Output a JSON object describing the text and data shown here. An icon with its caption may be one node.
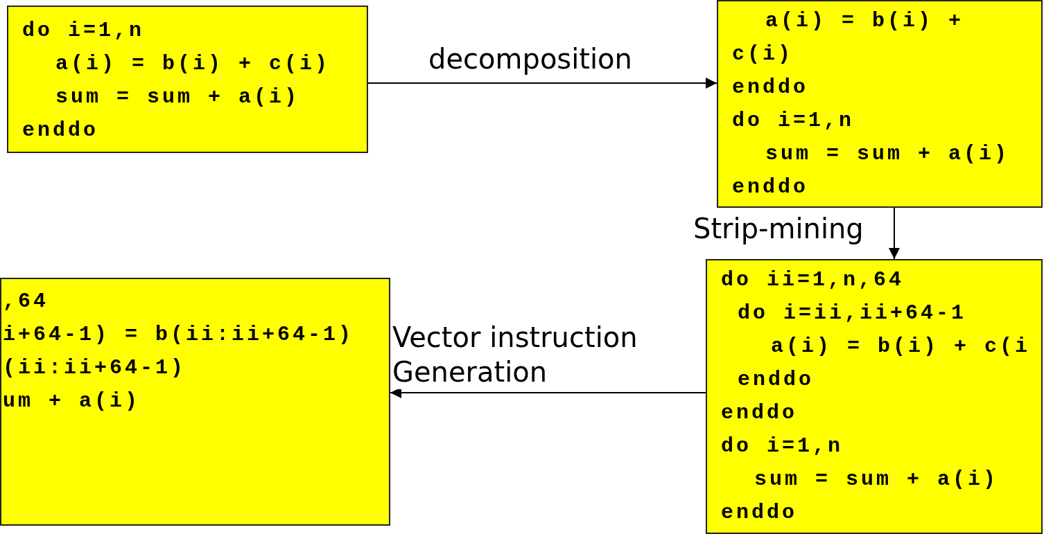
{
  "diagram": {
    "nodes": [
      {
        "text": [
          "do i=1,n",
          "a(i) = b(i) + c(i)",
          "sum = sum + a(i)",
          "enddo"
        ]
      },
      {
        "text": [
          "a(i) = b(i) +",
          "c(i)",
          "enddo",
          "do i=1,n",
          "sum = sum + a(i)",
          "enddo"
        ]
      },
      {
        "text": [
          "do ii=1,n,64",
          "do i=ii,ii+64-1",
          "a(i) = b(i) + c(i",
          "enddo",
          "enddo",
          "do i=1,n",
          "sum = sum + a(i)",
          "enddo"
        ]
      },
      {
        "text": [
          ",64",
          "i+64-1) = b(ii:ii+64-1)",
          "(ii:ii+64-1)",
          "um + a(i)"
        ]
      }
    ],
    "edges": [
      {
        "from": 0,
        "to": 1,
        "arrow": "to",
        "label": "decomposition"
      },
      {
        "from": 1,
        "to": 2,
        "arrow": "to",
        "label": "Strip-mining"
      },
      {
        "from": 2,
        "to": 3,
        "arrow": "to",
        "label": "Vector instruction Generation"
      }
    ]
  }
}
